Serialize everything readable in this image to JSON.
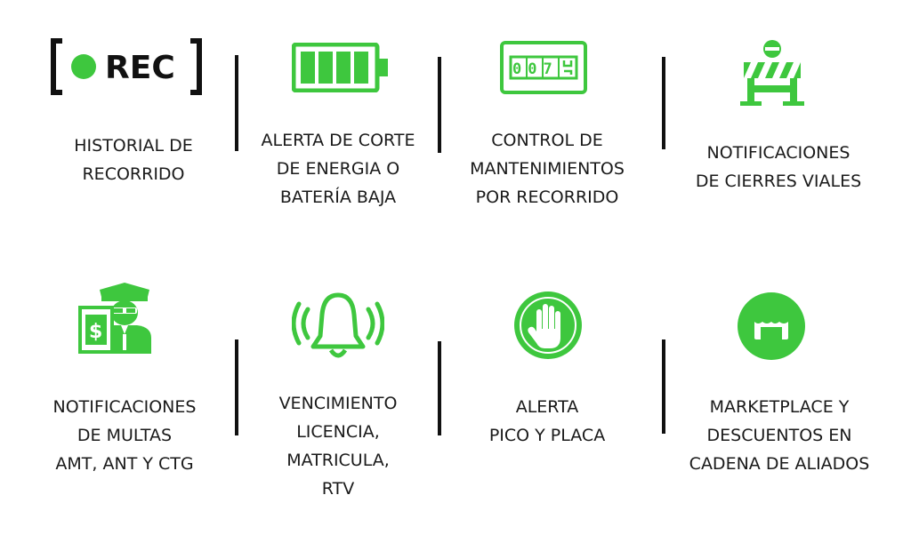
{
  "colors": {
    "accent": "#3ec73e",
    "text": "#1a1a1a",
    "divider": "#111111"
  },
  "features": [
    {
      "icon": "rec-icon",
      "rec_text": "REC",
      "lines": [
        "HISTORIAL DE",
        "RECORRIDO"
      ]
    },
    {
      "icon": "battery-icon",
      "lines": [
        "ALERTA DE CORTE",
        "DE ENERGIA O",
        "BATERÍA BAJA"
      ]
    },
    {
      "icon": "odometer-icon",
      "odometer_digits": "007",
      "lines": [
        "CONTROL DE",
        "MANTENIMIENTOS",
        "POR RECORRIDO"
      ]
    },
    {
      "icon": "road-barrier-icon",
      "lines": [
        "NOTIFICACIONES",
        "DE CIERRES VIALES"
      ]
    },
    {
      "icon": "traffic-officer-icon",
      "money_symbol": "$",
      "lines": [
        "NOTIFICACIONES",
        "DE MULTAS",
        "AMT, ANT Y CTG"
      ]
    },
    {
      "icon": "bell-icon",
      "lines": [
        "VENCIMIENTO",
        "LICENCIA,",
        "MATRICULA,",
        "RTV"
      ]
    },
    {
      "icon": "stop-hand-icon",
      "lines": [
        "ALERTA",
        "PICO Y PLACA"
      ]
    },
    {
      "icon": "store-icon",
      "lines": [
        "MARKETPLACE Y",
        "DESCUENTOS EN",
        "CADENA DE ALIADOS"
      ]
    }
  ]
}
